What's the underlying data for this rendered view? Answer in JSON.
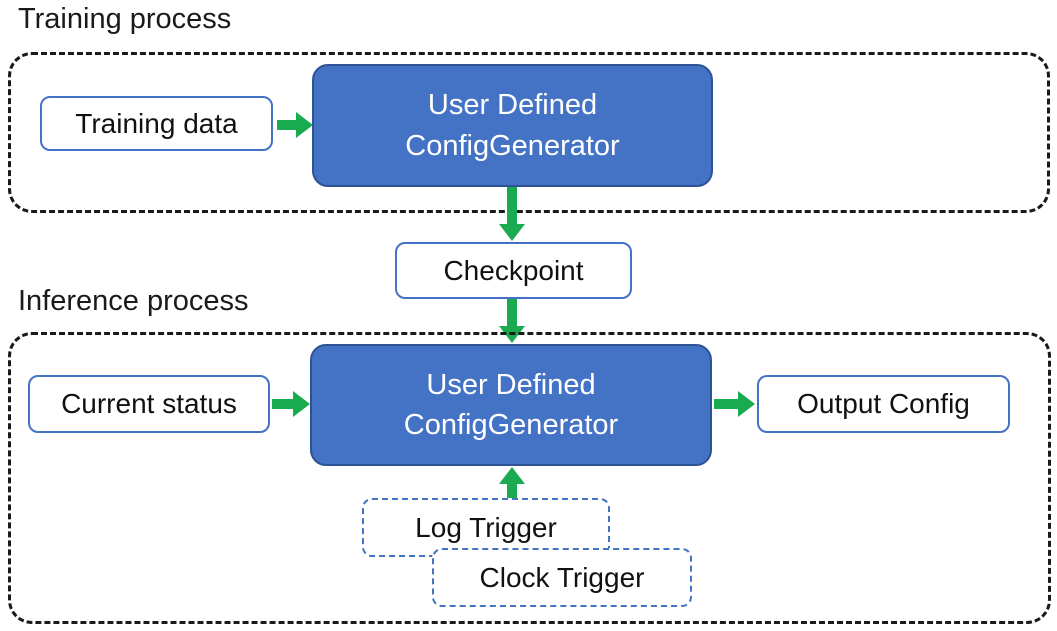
{
  "sections": {
    "training": {
      "title": "Training process"
    },
    "inference": {
      "title": "Inference process"
    }
  },
  "nodes": {
    "training_data": {
      "label": "Training data"
    },
    "generator_training": {
      "line1": "User Defined",
      "line2": "ConfigGenerator"
    },
    "checkpoint": {
      "label": "Checkpoint"
    },
    "current_status": {
      "label": "Current status"
    },
    "generator_inference": {
      "line1": "User Defined",
      "line2": "ConfigGenerator"
    },
    "output_config": {
      "label": "Output Config"
    },
    "log_trigger": {
      "label": "Log Trigger"
    },
    "clock_trigger": {
      "label": "Clock Trigger"
    }
  },
  "colors": {
    "generator_fill": "#4472C4",
    "generator_border": "#2E5395",
    "box_border_blue": "#4472C4",
    "arrow_green": "#1AAA50",
    "container_dash_black": "#1A1A1A",
    "text_dark": "#111111",
    "text_light": "#FFFFFF"
  }
}
